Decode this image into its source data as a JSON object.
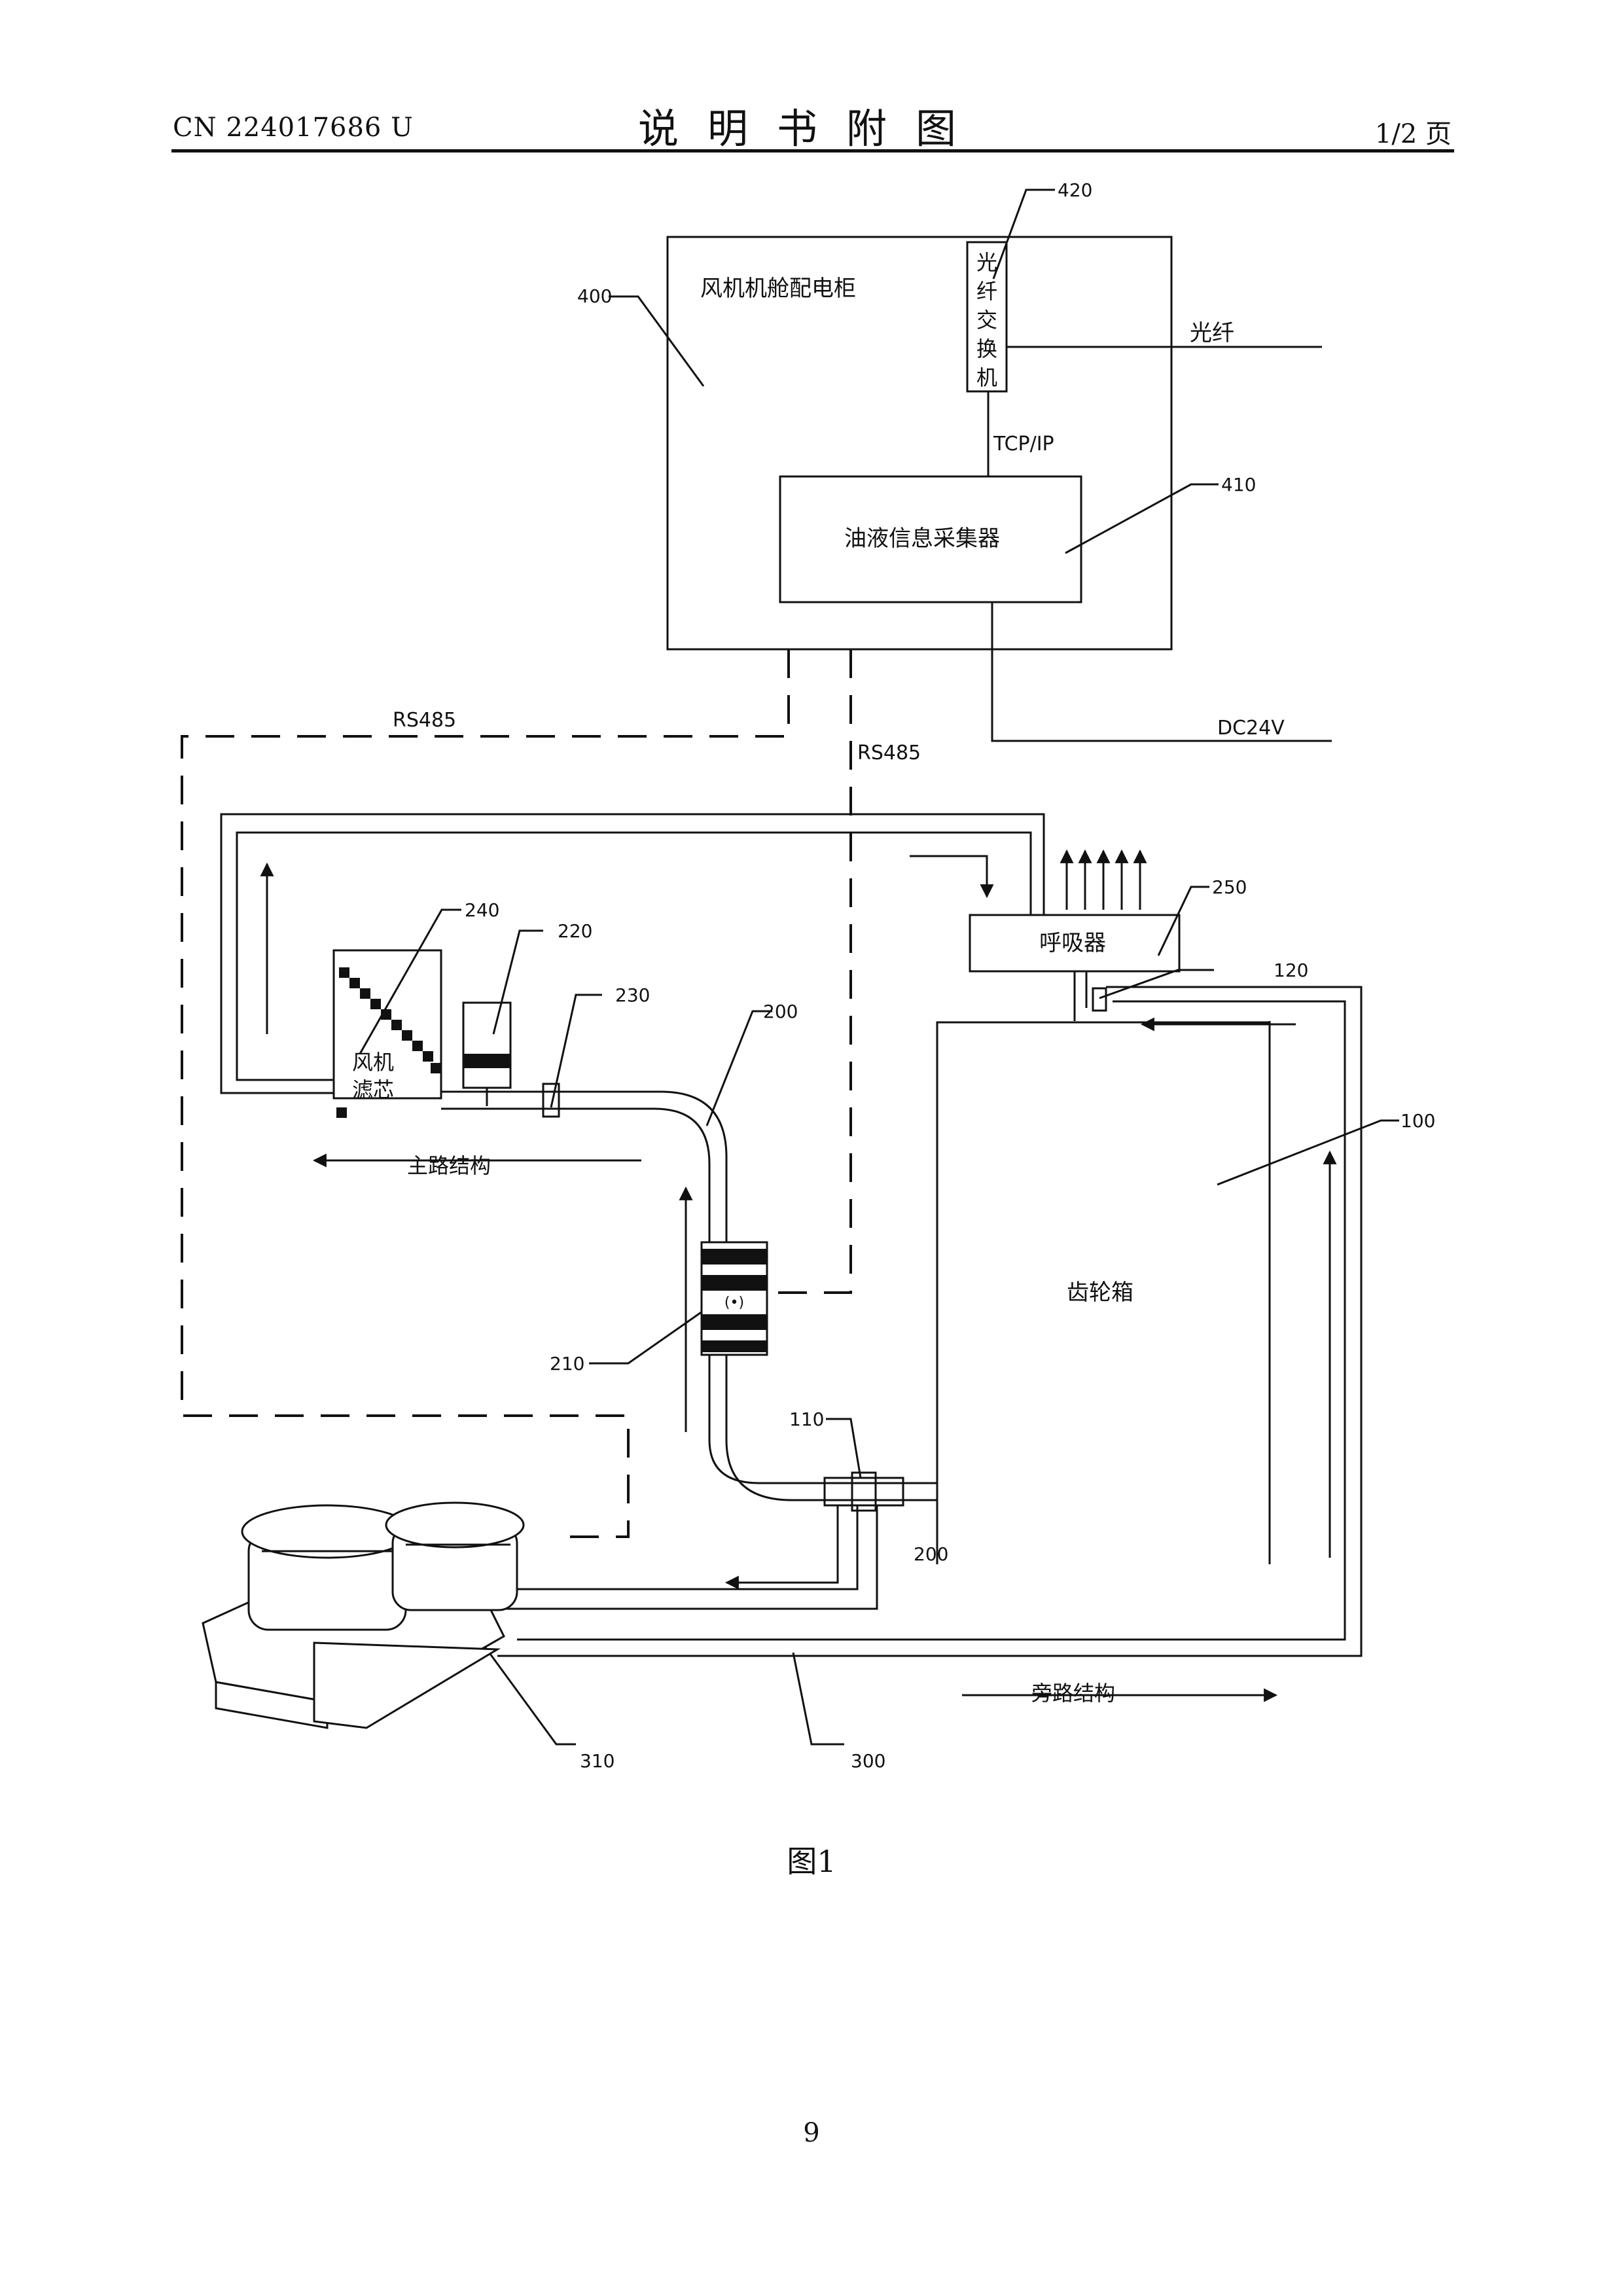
{
  "header": {
    "doc_number": "CN 224017686 U",
    "title": "说明书附图",
    "page_of": "1/2 页"
  },
  "figure": {
    "caption": "图1",
    "cabinet_label": "风机机舱配电柜",
    "switch_label_chars": [
      "光",
      "纤",
      "交",
      "换",
      "机"
    ],
    "fiber_label": "光纤",
    "tcpip_label": "TCP/IP",
    "collector_label": "油液信息采集器",
    "dc_label": "DC24V",
    "rs485_left": "RS485",
    "rs485_right": "RS485",
    "filter_label": [
      "风机",
      "滤芯"
    ],
    "main_path_label": "主路结构",
    "breather_label": "呼吸器",
    "gearbox_label": "齿轮箱",
    "bypass_label": "旁路结构",
    "refs": {
      "r400": "400",
      "r420": "420",
      "r410": "410",
      "r240": "240",
      "r220": "220",
      "r230": "230",
      "r200": "200",
      "r250": "250",
      "r120": "120",
      "r100": "100",
      "r210": "210",
      "r110": "110",
      "r200b": "200",
      "r310": "310",
      "r300": "300"
    }
  },
  "page_number": "9"
}
